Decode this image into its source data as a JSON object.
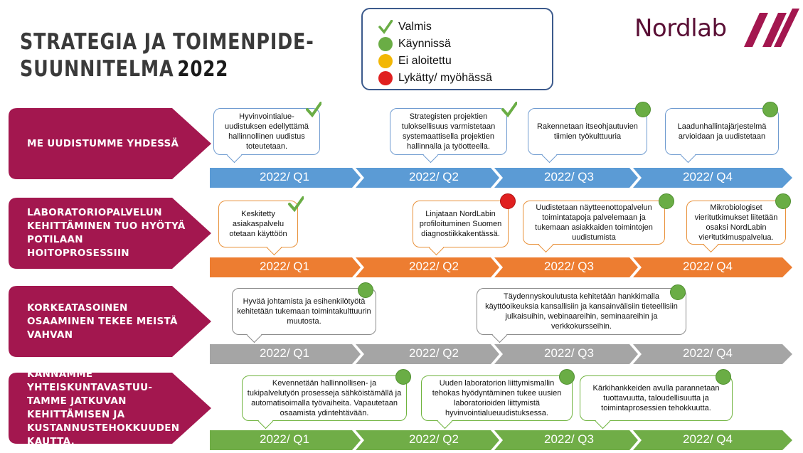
{
  "title": {
    "line1": "STRATEGIA JA TOIMENPIDE-",
    "line2": "SUUNNITELMA",
    "year": "2022"
  },
  "legend": [
    {
      "label": "Valmis",
      "icon": "check-icon",
      "color": "#6aad45"
    },
    {
      "label": "Käynnissä",
      "icon": "green-dot-icon",
      "color": "#6aad45"
    },
    {
      "label": "Ei aloitettu",
      "icon": "yellow-dot-icon",
      "color": "#f2b705"
    },
    {
      "label": "Lykätty/ myöhässä",
      "icon": "red-dot-icon",
      "color": "#e02020"
    }
  ],
  "logo": {
    "text": "Nordlab",
    "color": "#5a0f35",
    "accent": "#a3174f"
  },
  "colors": {
    "label_bg": "#a3174f",
    "blue": "#5b9bd5",
    "orange": "#ed7d31",
    "gray": "#a5a5a5",
    "green": "#70ad47"
  },
  "rows": [
    {
      "label": "ME UUDISTUMME YHDESSÄ",
      "quarters": [
        "2022/ Q1",
        "2022/ Q2",
        "2022/ Q3",
        "2022/ Q4"
      ],
      "items": [
        {
          "text": "Hyvinvointialue-uudistuksen edellyttämä hallinnollinen uudistus toteutetaan.",
          "status": "done"
        },
        {
          "text": "Strategisten projektien tuloksellisuus varmistetaan systemaattisella projektien hallinnalla ja työotteella.",
          "status": "done"
        },
        {
          "text": "Rakennetaan itseohjautuvien tiimien työkulttuuria",
          "status": "in_progress"
        },
        {
          "text": "Laadunhallintajärjestelmä arvioidaan ja uudistetaan",
          "status": "in_progress"
        }
      ]
    },
    {
      "label": "LABORATORIOPALVELUN KEHITTÄMINEN TUO HYÖTYÄ POTILAAN HOITOPROSESSIIN",
      "quarters": [
        "2022/ Q1",
        "2022/ Q2",
        "2022/ Q3",
        "2022/ Q4"
      ],
      "items": [
        {
          "text": "Keskitetty asiakaspalvelu otetaan käyttöön",
          "status": "done"
        },
        {
          "text": "Linjataan NordLabin profiloituminen Suomen diagnostiikkakentässä.",
          "status": "delayed"
        },
        {
          "text": "Uudistetaan näytteenottopalvelun toimintatapoja palvelemaan ja tukemaan asiakkaiden toimintojen uudistumista",
          "status": "in_progress"
        },
        {
          "text": "Mikrobiologiset vieritutkimukset liitetään osaksi NordLabin vieritutkimuspalvelua.",
          "status": "in_progress"
        }
      ]
    },
    {
      "label": "KORKEATASOINEN OSAAMINEN TEKEE MEISTÄ VAHVAN",
      "quarters": [
        "2022/ Q1",
        "2022/ Q2",
        "2022/ Q3",
        "2022/ Q4"
      ],
      "items": [
        {
          "text": "Hyvää johtamista ja esihenkilötyötä kehitetään tukemaan toimintakulttuurin muutosta.",
          "status": "in_progress"
        },
        {
          "text": "Täydennyskoulutusta kehitetään hankkimalla käyttöoikeuksia kansallisiin ja kansainvälisiin tieteellisiin julkaisuihin, webinaareihin, seminaareihin ja verkkokursseihin.",
          "status": "in_progress"
        }
      ]
    },
    {
      "label": "KANNAMME YHTEISKUNTAVASTUU-TAMME JATKUVAN KEHITTÄMISEN JA KUSTANNUSTEHOKKUUDEN KAUTTA.",
      "quarters": [
        "2022/ Q1",
        "2022/ Q2",
        "2022/ Q3",
        "2022/ Q4"
      ],
      "items": [
        {
          "text": "Kevennetään hallinnollisen- ja tukipalvelutyön prosesseja sähköistämällä ja automatisoimalla työvaiheita. Vapautetaan osaamista ydintehtävään.",
          "status": "in_progress"
        },
        {
          "text": "Uuden laboratorion liittymismallin tehokas hyödyntäminen tukee uusien laboratorioiden liittymistä hyvinvointialueuudistuksessa.",
          "status": "in_progress"
        },
        {
          "text": "Kärkihankkeiden avulla parannetaan tuottavuutta, taloudellisuutta ja toimintaprosessien tehokkuutta.",
          "status": "in_progress"
        }
      ]
    }
  ]
}
